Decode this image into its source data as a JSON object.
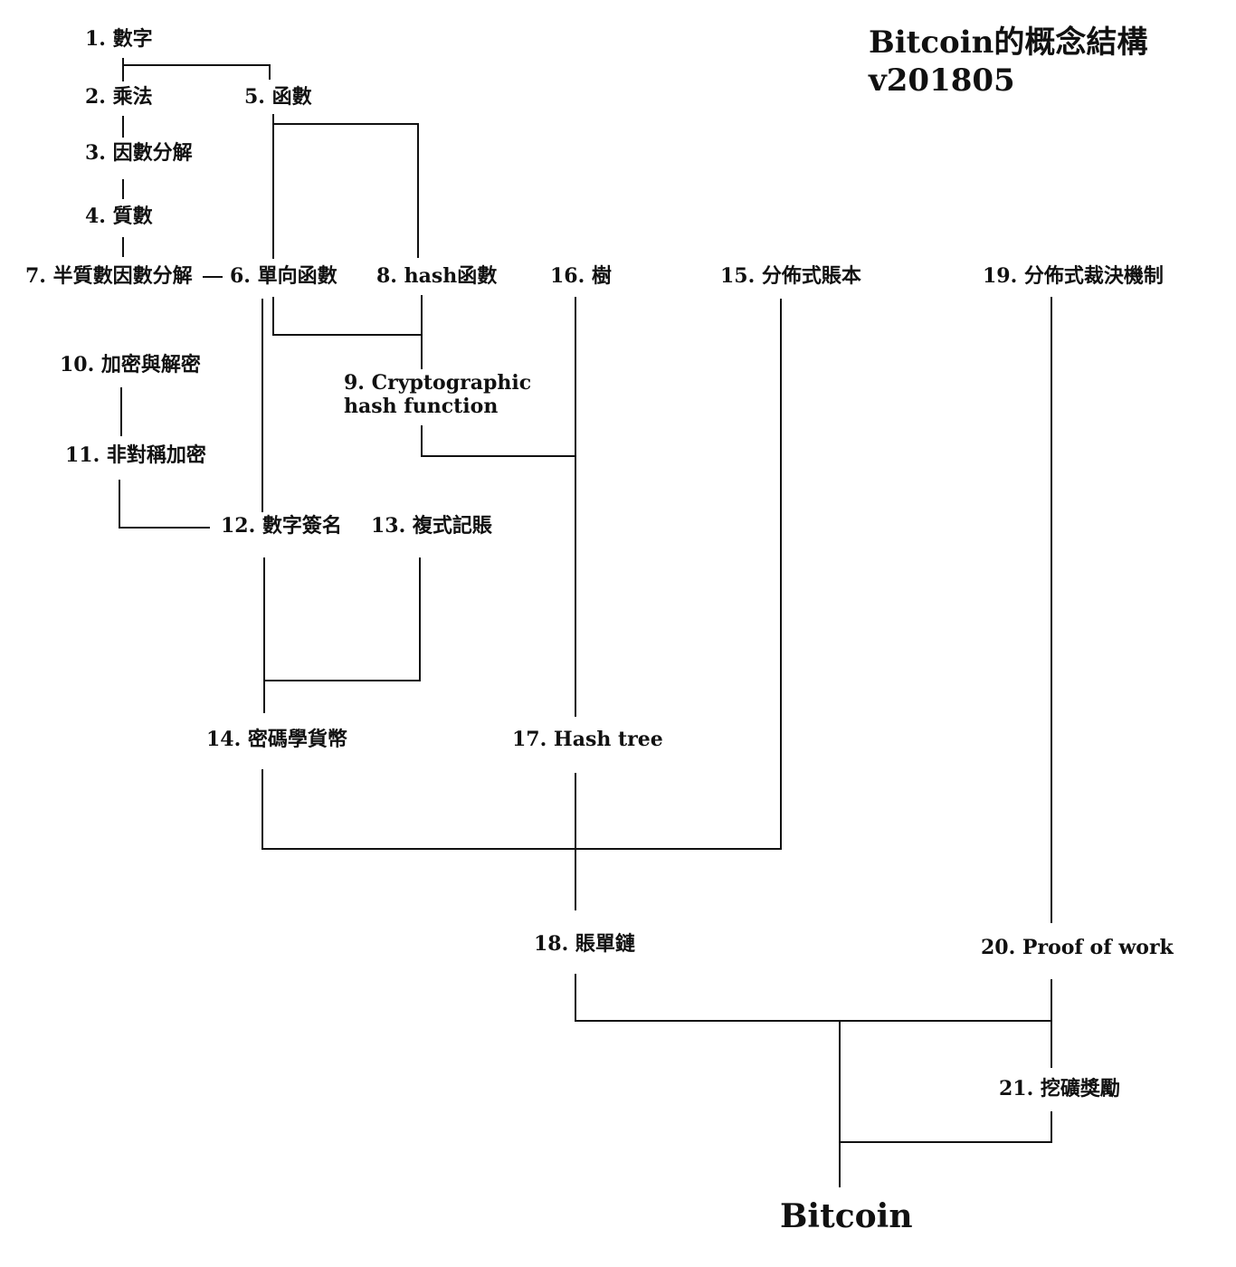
{
  "title": {
    "line1": "Bitcoin的概念結構",
    "line2": "v201805"
  },
  "nodes": {
    "n1": "1. 數字",
    "n2": "2. 乘法",
    "n3": "3. 因數分解",
    "n4": "4. 質數",
    "n5": "5. 函數",
    "n6": "6. 單向函數",
    "n7": "7. 半質數因數分解",
    "n8": "8. hash函數",
    "n9_line1": "9. Cryptographic",
    "n9_line2": "hash function",
    "n10": "10. 加密與解密",
    "n11": "11. 非對稱加密",
    "n12": "12. 數字簽名",
    "n13": "13. 複式記賬",
    "n14": "14. 密碼學貨幣",
    "n15": "15. 分佈式賬本",
    "n16": "16. 樹",
    "n17": "17. Hash tree",
    "n18": "18. 賬單鏈",
    "n19": "19. 分佈式裁決機制",
    "n20": "20. Proof of work",
    "n21": "21. 挖礦獎勵",
    "root": "Bitcoin"
  }
}
